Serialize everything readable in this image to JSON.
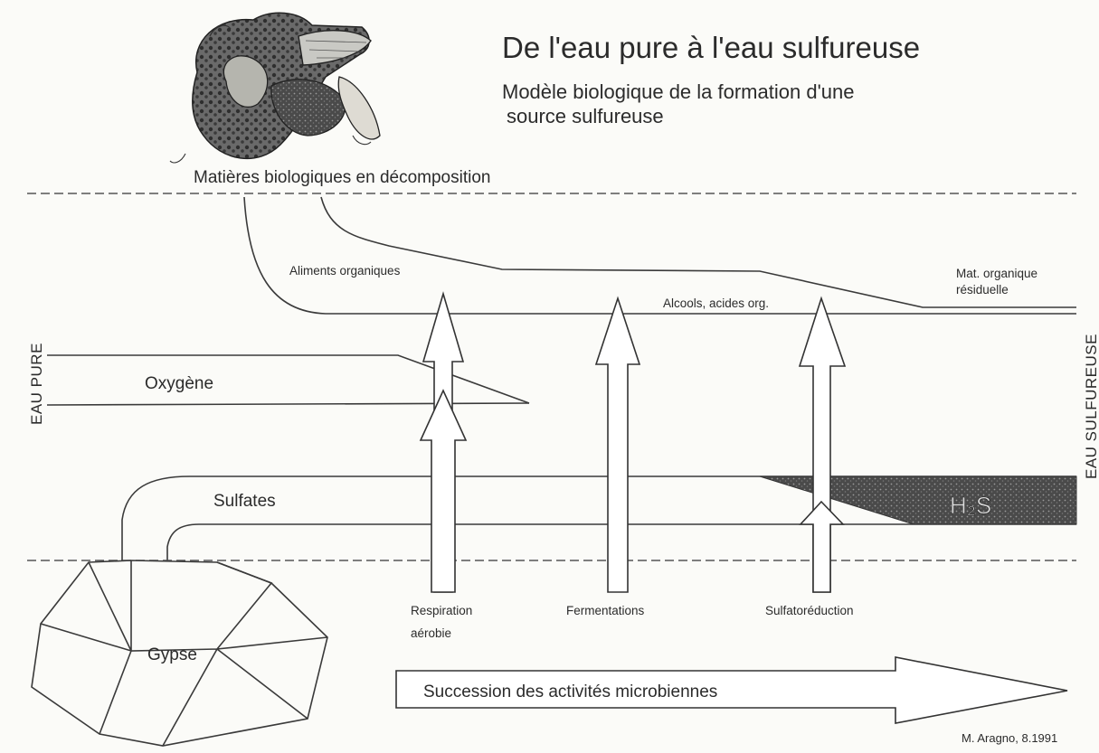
{
  "title": "De l'eau pure à l'eau sulfureuse",
  "subtitle_line1": "Modèle biologique de la formation d'une",
  "subtitle_line2": "source sulfureuse",
  "labels": {
    "decomposition": "Matières biologiques en décomposition",
    "aliments": "Aliments organiques",
    "alcools": "Alcools, acides org.",
    "residual_line1": "Mat. organique",
    "residual_line2": "résiduelle",
    "eau_pure": "EAU PURE",
    "eau_sulfureuse": "EAU SULFUREUSE",
    "oxygene": "Oxygène",
    "sulfates": "Sulfates",
    "h2s": "H₂S",
    "gypse": "Gypse",
    "respiration_line1": "Respiration",
    "respiration_line2": "aérobie",
    "fermentations": "Fermentations",
    "sulfatoreduction": "Sulfatoréduction",
    "succession": "Succession des activités microbiennes",
    "credit": "M. Aragno, 8.1991"
  },
  "colors": {
    "ink": "#2b2b2b",
    "paper": "#fbfbf8",
    "h2s_fill": "#3c3c3c"
  },
  "icons": {
    "organic_matter": "cornucopia-illustration"
  }
}
